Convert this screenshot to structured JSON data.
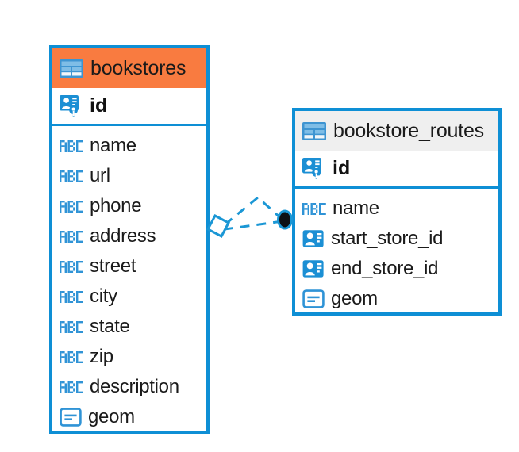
{
  "diagram": {
    "type": "entity-relationship-diagram",
    "background": "#ffffff",
    "accent_color": "#0e8fd5",
    "highlight_color": "#f97b40",
    "header_grey": "#efefef"
  },
  "tables": [
    {
      "name": "bookstores",
      "header_icon": "table-icon",
      "header_style": "orange",
      "primary_key": {
        "label": "id",
        "icon": "primary-key-icon",
        "type": "serial"
      },
      "fields": [
        {
          "label": "name",
          "icon": "abc-text-icon",
          "type": "text"
        },
        {
          "label": "url",
          "icon": "abc-text-icon",
          "type": "text"
        },
        {
          "label": "phone",
          "icon": "abc-text-icon",
          "type": "text"
        },
        {
          "label": "address",
          "icon": "abc-text-icon",
          "type": "text"
        },
        {
          "label": "street",
          "icon": "abc-text-icon",
          "type": "text"
        },
        {
          "label": "city",
          "icon": "abc-text-icon",
          "type": "text"
        },
        {
          "label": "state",
          "icon": "abc-text-icon",
          "type": "text"
        },
        {
          "label": "zip",
          "icon": "abc-text-icon",
          "type": "text"
        },
        {
          "label": "description",
          "icon": "abc-text-icon",
          "type": "text"
        },
        {
          "label": "geom",
          "icon": "geometry-icon",
          "type": "geometry"
        }
      ]
    },
    {
      "name": "bookstore_routes",
      "header_icon": "table-icon",
      "header_style": "grey",
      "primary_key": {
        "label": "id",
        "icon": "primary-key-icon",
        "type": "serial"
      },
      "fields": [
        {
          "label": "name",
          "icon": "abc-text-icon",
          "type": "text"
        },
        {
          "label": "start_store_id",
          "icon": "foreign-key-icon",
          "type": "reference"
        },
        {
          "label": "end_store_id",
          "icon": "foreign-key-icon",
          "type": "reference"
        },
        {
          "label": "geom",
          "icon": "geometry-icon",
          "type": "geometry"
        }
      ]
    }
  ],
  "relationship": {
    "style": "dashed",
    "color": "#0e8fd5",
    "source_endpoint": "rhombus-endpoint",
    "target_endpoint": "filled-circle-endpoint",
    "from_table": "bookstores",
    "to_table": "bookstore_routes"
  }
}
